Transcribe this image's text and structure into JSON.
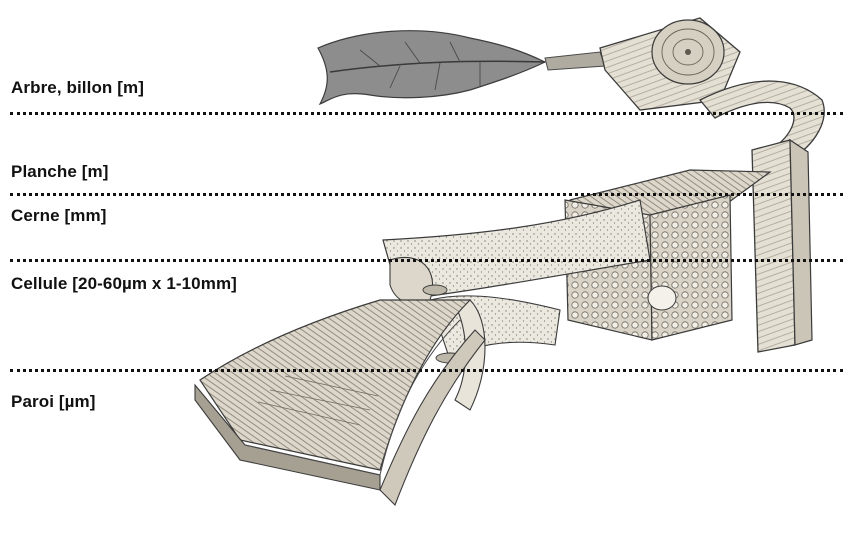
{
  "scale_levels": [
    {
      "id": "tree",
      "label": "Arbre, billon [m]"
    },
    {
      "id": "board",
      "label": "Planche [m]"
    },
    {
      "id": "ring",
      "label": "Cerne [mm]"
    },
    {
      "id": "cell",
      "label": "Cellule [20-60µm x 1-10mm]"
    },
    {
      "id": "wall",
      "label": "Paroi [µm]"
    }
  ],
  "colors": {
    "ink": "#111111",
    "wood_light": "#e2ddd0",
    "wood_mid": "#b9b2a3",
    "wood_dark": "#6f695f",
    "leaf": "#8c8c8c"
  }
}
